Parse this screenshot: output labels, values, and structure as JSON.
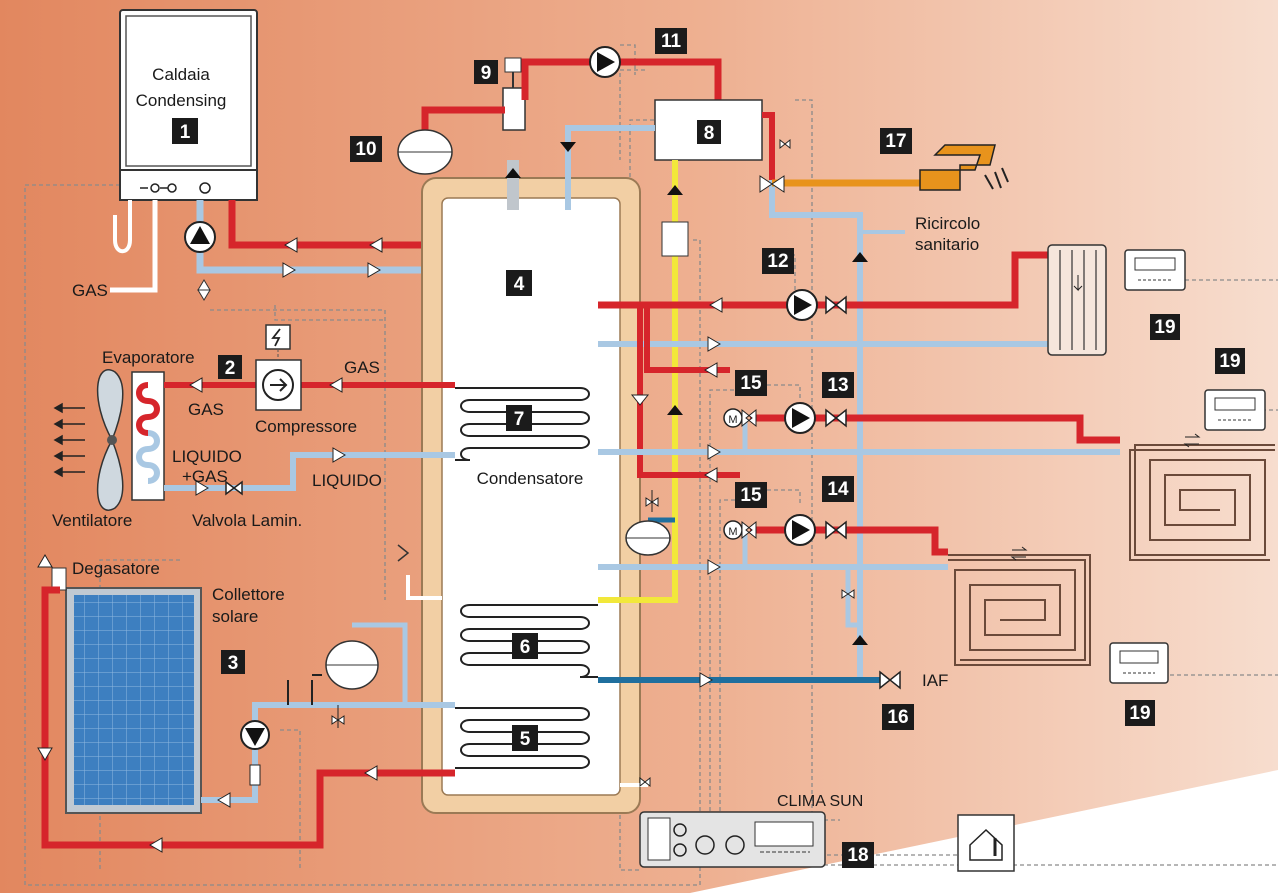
{
  "colors": {
    "bg_left": "#e38a66",
    "bg_right": "#f6dccd",
    "hot": "#d6252b",
    "cold": "#a9c8e3",
    "solar_return": "#1f6f9e",
    "gas_fuel": "#e8931c",
    "yellow": "#f2e83a",
    "tank_shell": "#f2cfa4",
    "label_box": "#1b1b1b"
  },
  "labels": {
    "boiler": "Caldaia",
    "boiler2": "Condensing",
    "gas_in": "GAS",
    "evaporator": "Evaporatore",
    "gas_left": "GAS",
    "gas_right": "GAS",
    "compressor": "Compressore",
    "liquid_gas1": "LIQUIDO",
    "liquid_gas2": "+GAS",
    "liquid": "LIQUIDO",
    "fan": "Ventilatore",
    "valve": "Valvola Lamin.",
    "condenser": "Condensatore",
    "degasser": "Degasatore",
    "collector1": "Collettore",
    "collector2": "solare",
    "recirc1": "Ricircolo",
    "recirc2": "sanitario",
    "iaf": "IAF",
    "clima": "CLIMA SUN"
  },
  "numbers": {
    "n1": "1",
    "n2": "2",
    "n3": "3",
    "n4": "4",
    "n5": "5",
    "n6": "6",
    "n7": "7",
    "n8": "8",
    "n9": "9",
    "n10": "10",
    "n11": "11",
    "n12": "12",
    "n13": "13",
    "n14": "14",
    "n15a": "15",
    "n15b": "15",
    "n16": "16",
    "n17": "17",
    "n18": "18",
    "n19a": "19",
    "n19b": "19",
    "n19c": "19"
  },
  "icons": [
    "boiler-icon",
    "pump-icon",
    "compressor-icon",
    "fan-icon",
    "expansion-vessel-icon",
    "solar-collector-icon",
    "radiator-icon",
    "floor-heating-icon",
    "faucet-icon",
    "thermostat-icon",
    "control-unit-icon",
    "house-sensor-icon",
    "mixing-valve-icon",
    "safety-valve-icon"
  ]
}
